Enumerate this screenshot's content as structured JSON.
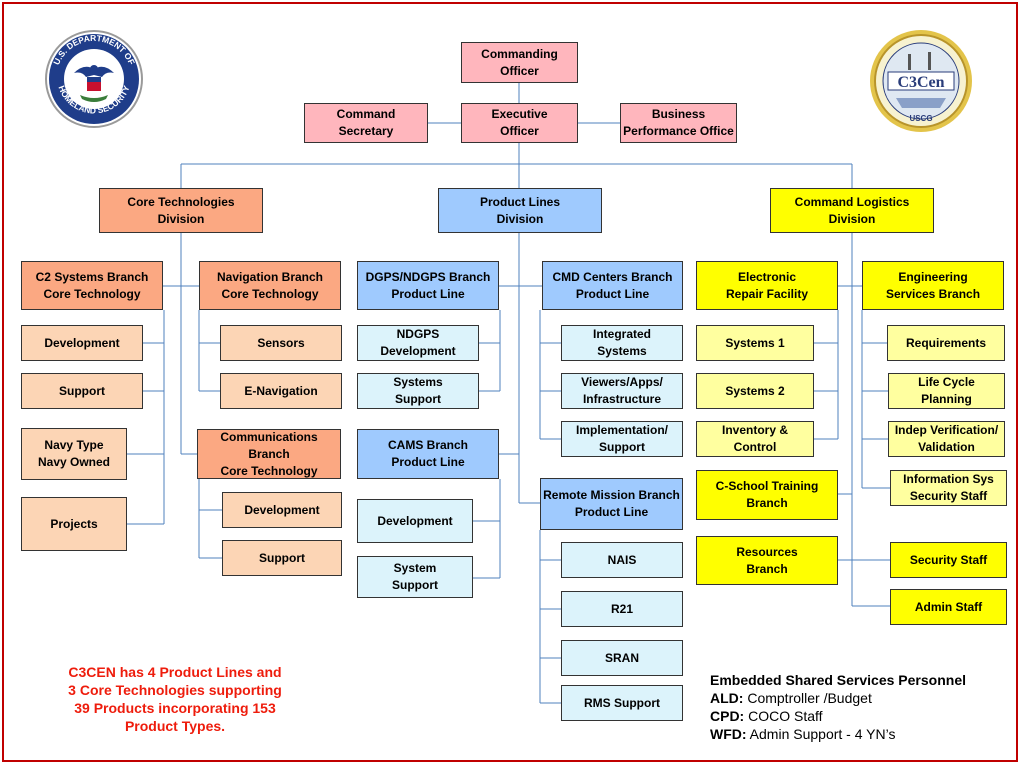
{
  "colors": {
    "frame": "#c00000",
    "connector": "#4f81bd",
    "pink": "#ffb6bd",
    "orange_dark": "#fba882",
    "orange_light": "#fcd5b5",
    "blue_dark": "#9fcafe",
    "blue_light": "#dcf3fb",
    "yellow_dark": "#ffff00",
    "yellow_light": "#ffff9f",
    "note_text": "#ee1c0c"
  },
  "logos": {
    "left": {
      "icon": "dhs-seal-icon",
      "top_text": "U.S. DEPARTMENT OF",
      "bottom_text": "HOMELAND SECURITY"
    },
    "right": {
      "icon": "c3cen-seal-icon",
      "center_text": "C3Cen",
      "bottom_text": "USCG"
    }
  },
  "command": {
    "commanding_officer": "Commanding\nOfficer",
    "command_secretary": "Command\nSecretary",
    "executive_officer": "Executive\nOfficer",
    "business_office": "Business\nPerformance Office"
  },
  "core_tech": {
    "division": "Core Technologies\nDivision",
    "c2_branch": "C2 Systems Branch\nCore Technology",
    "c2_items": [
      "Development",
      "Support",
      "Navy Type\nNavy Owned",
      "Projects"
    ],
    "nav_branch": "Navigation Branch\nCore Technology",
    "nav_items": [
      "Sensors",
      "E-Navigation"
    ],
    "comm_branch": "Communications Branch\nCore Technology",
    "comm_items": [
      "Development",
      "Support"
    ]
  },
  "product_lines": {
    "division": "Product Lines\nDivision",
    "dgps_branch": "DGPS/NDGPS Branch\nProduct Line",
    "dgps_items": [
      "NDGPS\nDevelopment",
      "Systems\nSupport"
    ],
    "cams_branch": "CAMS Branch\nProduct Line",
    "cams_items": [
      "Development",
      "System\nSupport"
    ],
    "cmd_branch": "CMD Centers Branch\nProduct Line",
    "cmd_items": [
      "Integrated\nSystems",
      "Viewers/Apps/\nInfrastructure",
      "Implementation/\nSupport"
    ],
    "remote_branch": "Remote Mission Branch\nProduct Line",
    "remote_items": [
      "NAIS",
      "R21",
      "SRAN",
      "RMS Support"
    ]
  },
  "logistics": {
    "division": "Command Logistics\nDivision",
    "erf": "Electronic\nRepair Facility",
    "erf_items": [
      "Systems 1",
      "Systems 2",
      "Inventory &\nControl"
    ],
    "cschool": "C-School Training\nBranch",
    "resources": "Resources\nBranch",
    "engineering": "Engineering\nServices Branch",
    "eng_items": [
      "Requirements",
      "Life Cycle\nPlanning",
      "Indep Verification/\nValidation",
      "Information Sys\nSecurity Staff"
    ],
    "security_staff": "Security Staff",
    "admin_staff": "Admin Staff"
  },
  "note": {
    "lines": [
      "C3CEN has 4 Product Lines and",
      "3 Core Technologies supporting",
      "39 Products incorporating 153",
      "Product Types."
    ]
  },
  "embedded": {
    "title": "Embedded Shared Services Personnel",
    "rows": [
      {
        "label": "ALD:",
        "text": "Comptroller /Budget"
      },
      {
        "label": "CPD:",
        "text": "COCO Staff"
      },
      {
        "label": "WFD:",
        "text": "Admin Support  - 4 YN’s"
      }
    ]
  }
}
